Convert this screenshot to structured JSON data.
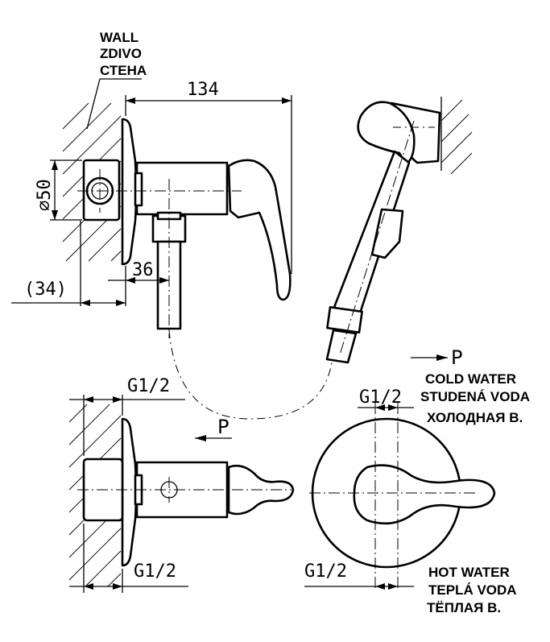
{
  "wall_label": {
    "line1": "WALL",
    "line2": "ZDIVO",
    "line3": "СТЕНА"
  },
  "dimensions": {
    "length": "134",
    "diameter": "⌀50",
    "offset": "(34)",
    "depth": "36",
    "thread_top": "G1/2",
    "thread_bottom": "G1/2",
    "thread_front_top": "G1/2",
    "thread_front_bottom": "G1/2"
  },
  "flow_marker": {
    "p_top": "P",
    "p_side": "P"
  },
  "cold_water": {
    "line1": "COLD WATER",
    "line2": "STUDENÁ VODA",
    "line3": "ХОЛОДНАЯ В."
  },
  "hot_water": {
    "line1": "HOT WATER",
    "line2": "TEPLÁ VODA",
    "line3": "ТЁПЛАЯ В."
  }
}
